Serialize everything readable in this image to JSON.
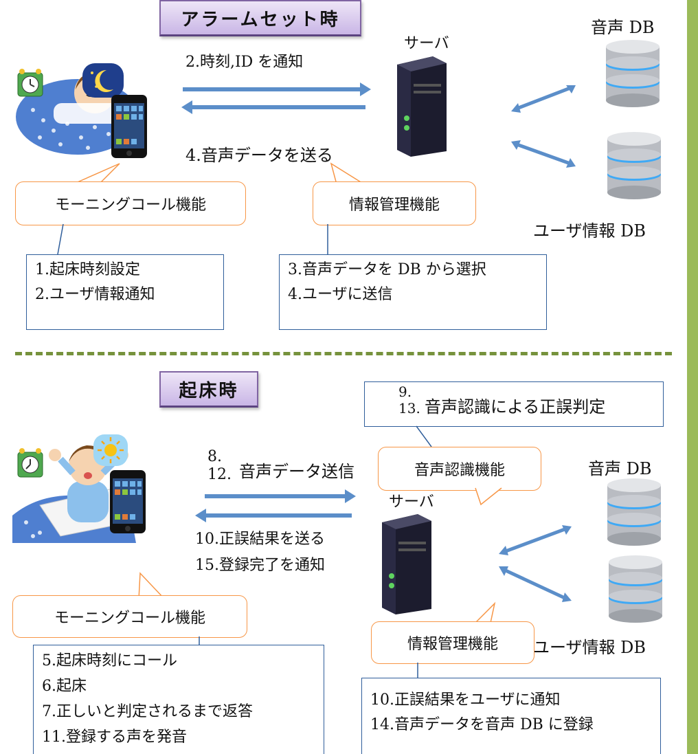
{
  "top": {
    "title": "アラームセット時",
    "server_label": "サーバ",
    "db_voice_label": "音声 DB",
    "db_user_label": "ユーザ情報 DB",
    "arrow_top_label": "2.時刻,ID を通知",
    "arrow_bottom_label": "4.音声データを送る",
    "callout_client": "モーニングコール機能",
    "callout_server": "情報管理機能",
    "client_steps": [
      "1.起床時刻設定",
      "2.ユーザ情報通知"
    ],
    "server_steps": [
      "3.音声データを DB から選択",
      "4.ユーザに送信"
    ]
  },
  "bottom": {
    "title": "起床時",
    "recog_steps_nums": [
      "9.",
      "13."
    ],
    "recog_text": "音声認識による正誤判定",
    "callout_recog": "音声認識機能",
    "send_nums": [
      "8.",
      "12."
    ],
    "send_text": "音声データ送信",
    "server_label": "サーバ",
    "db_voice_label": "音声 DB",
    "db_user_label": "ユーザ情報 DB",
    "return_labels": [
      "10.正誤結果を送る",
      "15.登録完了を通知"
    ],
    "callout_client": "モーニングコール機能",
    "callout_server": "情報管理機能",
    "client_steps": [
      "5.起床時刻にコール",
      "6.起床",
      "7.正しいと判定されるまで返答",
      "11.登録する声を発音"
    ],
    "server_steps": [
      "10.正誤結果をユーザに通知",
      "14.音声データを音声 DB に登録"
    ]
  },
  "colors": {
    "arrow": "#5b8ec9",
    "callout_border": "#f79646",
    "box_border": "#2e5d9a",
    "divider": "#76923c",
    "side_bar": "#9bbb59",
    "title_bg": "#c9b6e6"
  }
}
